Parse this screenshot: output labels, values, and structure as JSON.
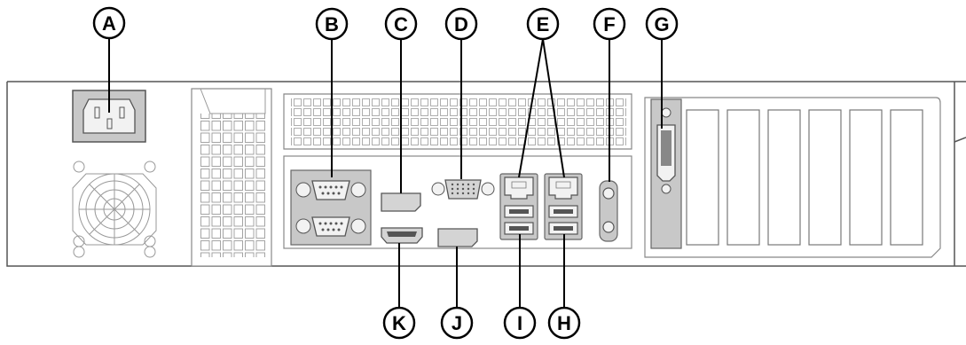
{
  "callouts": {
    "A": "A",
    "B": "B",
    "C": "C",
    "D": "D",
    "E": "E",
    "F": "F",
    "G": "G",
    "H": "H",
    "I": "I",
    "J": "J",
    "K": "K"
  },
  "colors": {
    "outline": "#555555",
    "port_fill": "#c8c8c8",
    "chassis_fill": "#ffffff",
    "line": "#000000"
  }
}
